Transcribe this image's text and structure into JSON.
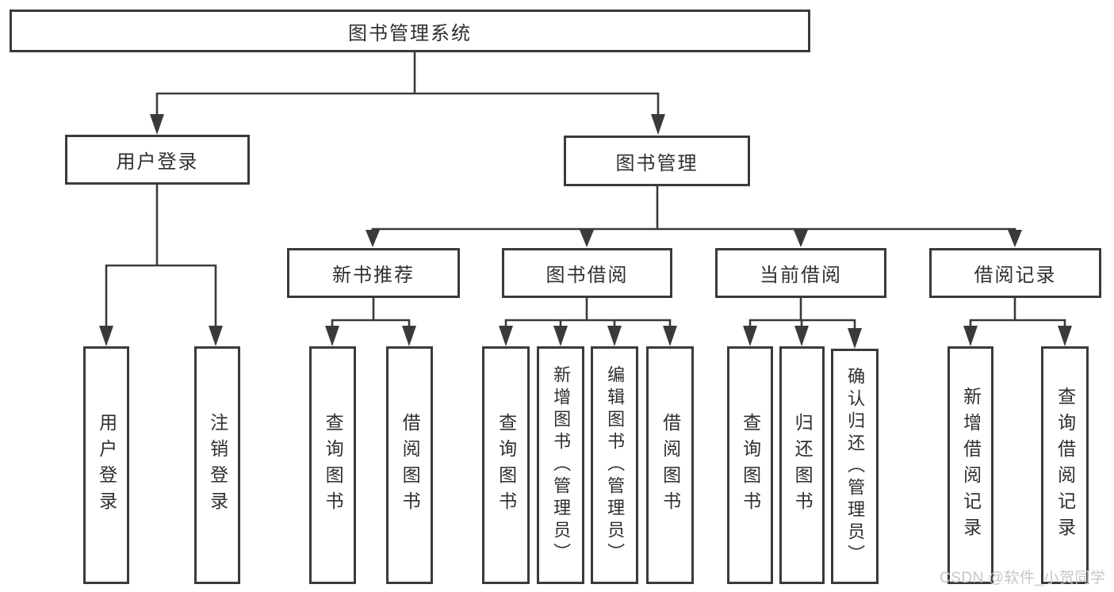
{
  "tree": {
    "root": "图书管理系统",
    "children": [
      {
        "label": "用户登录",
        "children": [
          {
            "label": "用户登录"
          },
          {
            "label": "注销登录"
          }
        ]
      },
      {
        "label": "图书管理",
        "children": [
          {
            "label": "新书推荐",
            "children": [
              {
                "label": "查询图书"
              },
              {
                "label": "借阅图书"
              }
            ]
          },
          {
            "label": "图书借阅",
            "children": [
              {
                "label": "查询图书"
              },
              {
                "label": "新增图书（管理员）"
              },
              {
                "label": "编辑图书（管理员）"
              },
              {
                "label": "借阅图书"
              }
            ]
          },
          {
            "label": "当前借阅",
            "children": [
              {
                "label": "查询图书"
              },
              {
                "label": "归还图书"
              },
              {
                "label": "确认归还（管理员）"
              }
            ]
          },
          {
            "label": "借阅记录",
            "children": [
              {
                "label": "新增借阅记录"
              },
              {
                "label": "查询借阅记录"
              }
            ]
          }
        ]
      }
    ]
  },
  "watermark": {
    "text": "CSDN @软件_小贺同学"
  },
  "colors": {
    "line": "#3a3a3a",
    "text": "#2f2f2f",
    "background": "#ffffff",
    "watermark": "#c6c6c6"
  }
}
